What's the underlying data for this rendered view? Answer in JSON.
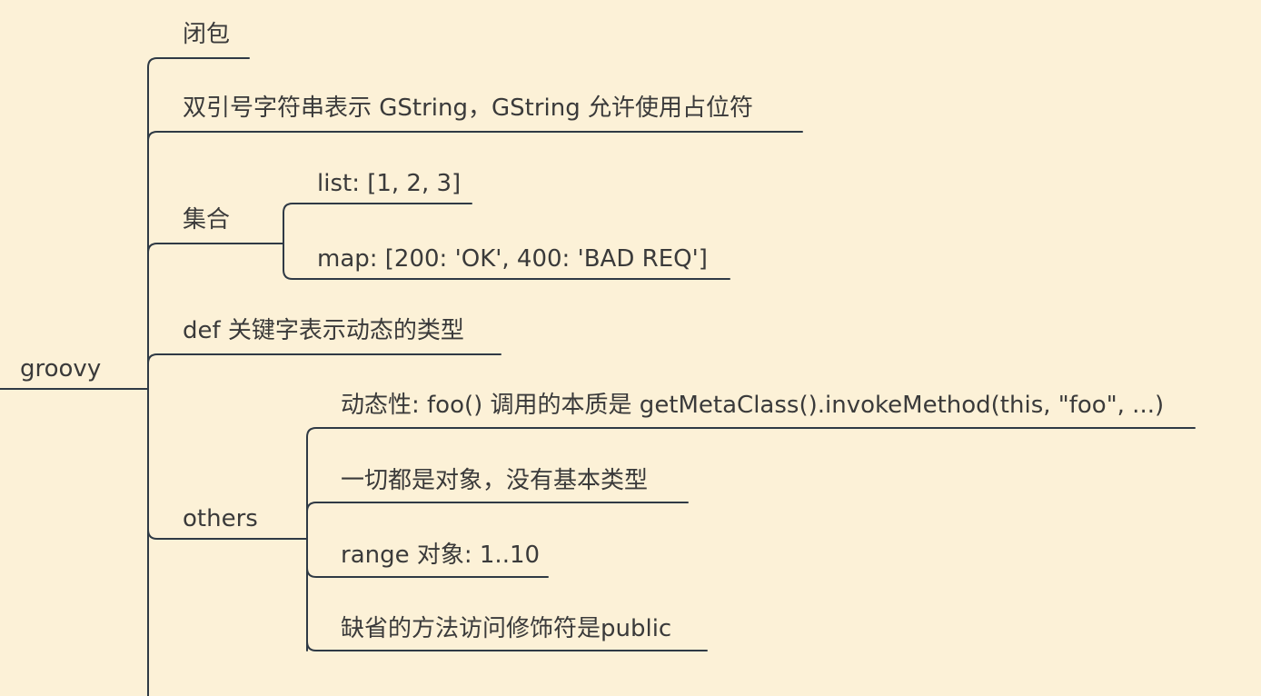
{
  "mindmap": {
    "root": {
      "label": "groovy"
    },
    "branches": [
      {
        "label": "闭包",
        "children": []
      },
      {
        "label": "双引号字符串表示 GString，GString 允许使用占位符",
        "children": []
      },
      {
        "label": "集合",
        "children": [
          {
            "label": "list: [1, 2, 3]"
          },
          {
            "label": "map: [200: 'OK', 400: 'BAD REQ']"
          }
        ]
      },
      {
        "label": "def 关键字表示动态的类型",
        "children": []
      },
      {
        "label": "others",
        "children": [
          {
            "label": "动态性: foo() 调用的本质是 getMetaClass().invokeMethod(this, \"foo\", ...)"
          },
          {
            "label": "一切都是对象，没有基本类型"
          },
          {
            "label": "range 对象: 1..10"
          },
          {
            "label": "缺省的方法访问修饰符是public"
          }
        ]
      }
    ],
    "line_color": "#2f3a45",
    "background_color": "#fcf1d7",
    "text_color": "#3a3a3a"
  }
}
